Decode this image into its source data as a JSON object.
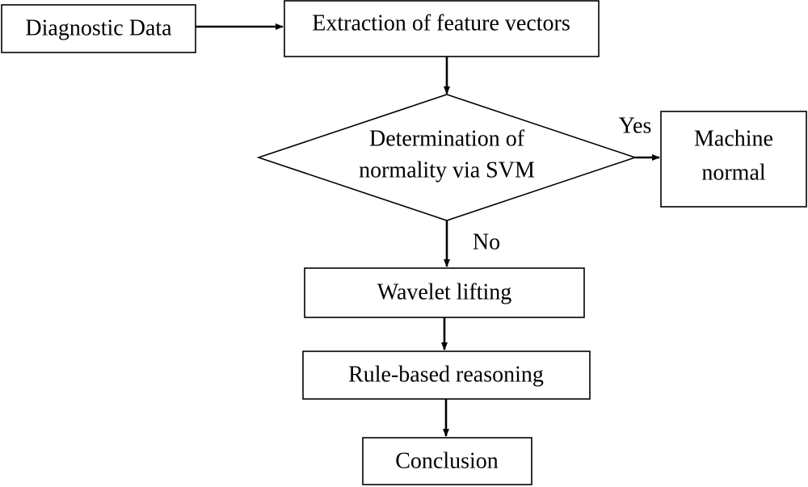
{
  "nodes": {
    "diagnostic_data": {
      "label": "Diagnostic Data"
    },
    "feature_extraction": {
      "label": "Extraction of feature vectors"
    },
    "svm_decision": {
      "lines": [
        "Determination of",
        "normality via SVM"
      ]
    },
    "machine_normal": {
      "lines": [
        "Machine",
        "normal"
      ]
    },
    "wavelet_lifting": {
      "label": "Wavelet lifting"
    },
    "rule_reasoning": {
      "label": "Rule-based reasoning"
    },
    "conclusion": {
      "label": "Conclusion"
    }
  },
  "edges": {
    "yes_label": "Yes",
    "no_label": "No"
  }
}
